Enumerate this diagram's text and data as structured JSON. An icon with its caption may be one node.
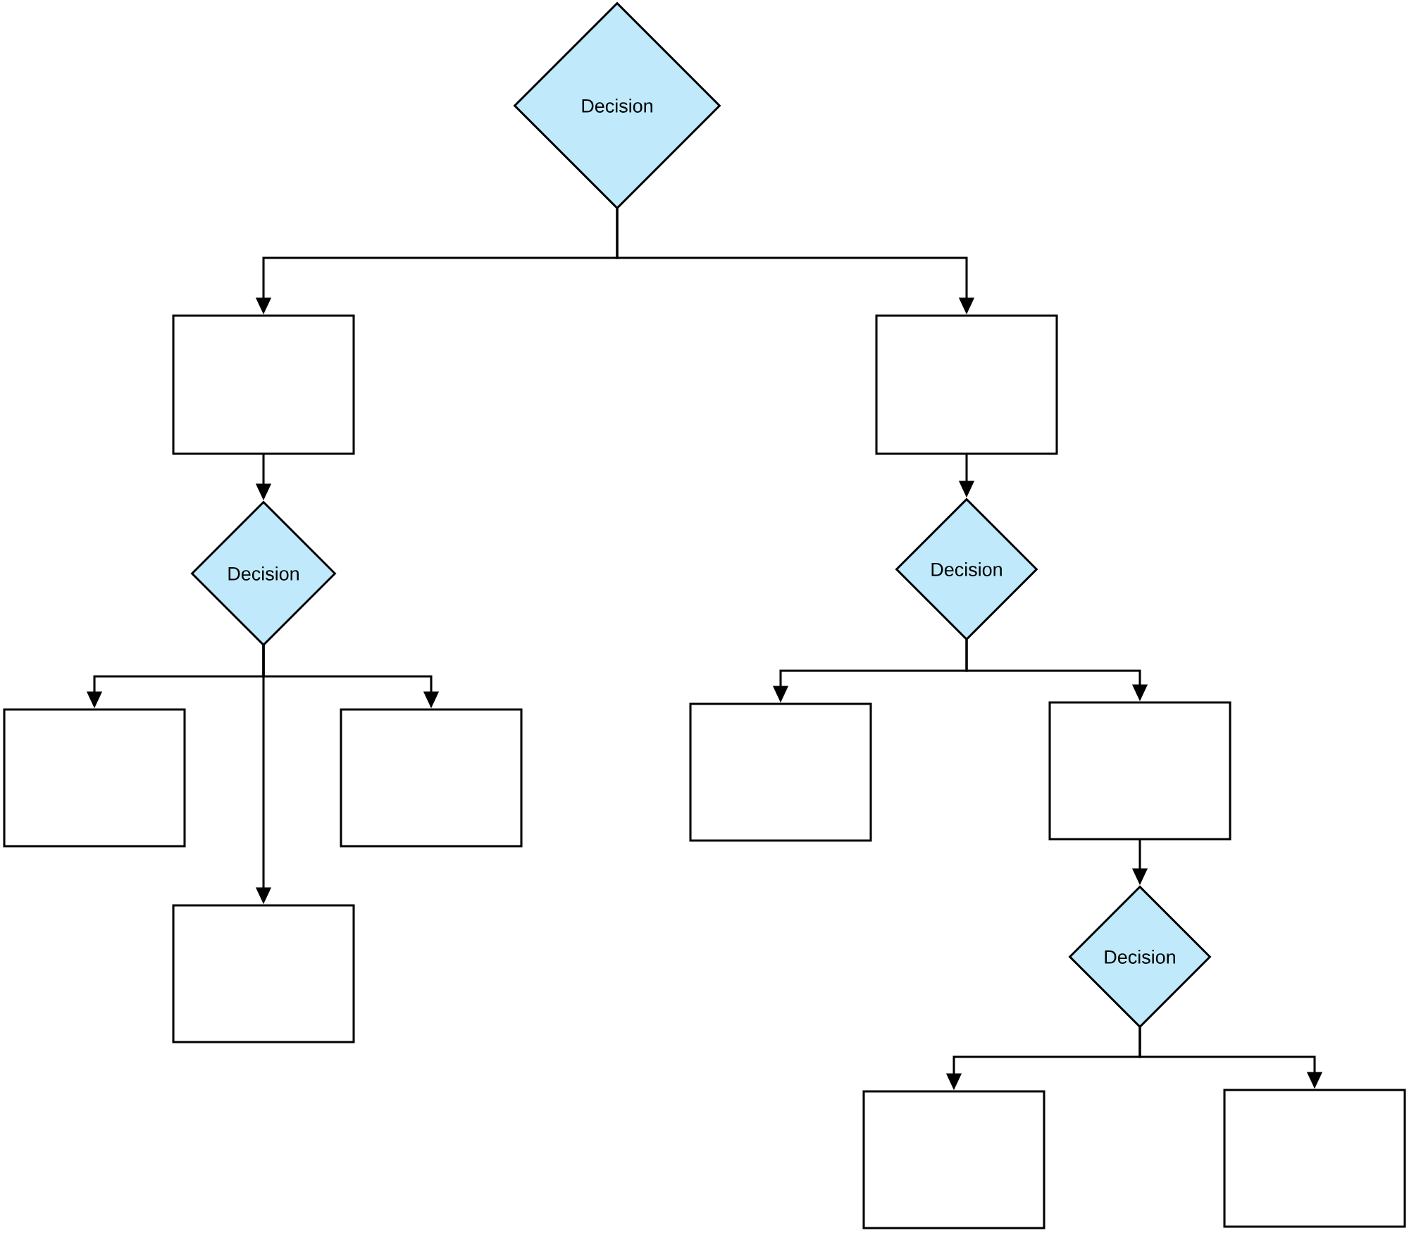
{
  "diagram": {
    "nodes": [
      {
        "text": [
          "Decision"
        ]
      },
      {
        "text": [],
        "shape": "box"
      },
      {
        "text": [],
        "shape": "box"
      },
      {
        "text": [
          "Decision"
        ]
      },
      {
        "text": [
          "Decision"
        ]
      },
      {
        "text": [],
        "shape": "box"
      },
      {
        "text": [],
        "shape": "box"
      },
      {
        "text": [],
        "shape": "box"
      },
      {
        "text": [],
        "shape": "box"
      },
      {
        "text": [],
        "shape": "box"
      },
      {
        "text": [
          "Decision"
        ]
      },
      {
        "text": [],
        "shape": "box"
      },
      {
        "text": [],
        "shape": "box"
      }
    ],
    "edges": [
      {
        "from": 0,
        "to": 1,
        "arrow": "to"
      },
      {
        "from": 0,
        "to": 2,
        "arrow": "to"
      },
      {
        "from": 1,
        "to": 3,
        "arrow": "to"
      },
      {
        "from": 2,
        "to": 4,
        "arrow": "to"
      },
      {
        "from": 3,
        "to": 5,
        "arrow": "to"
      },
      {
        "from": 3,
        "to": 6,
        "arrow": "to"
      },
      {
        "from": 3,
        "to": 9,
        "arrow": "to"
      },
      {
        "from": 4,
        "to": 7,
        "arrow": "to"
      },
      {
        "from": 4,
        "to": 8,
        "arrow": "to"
      },
      {
        "from": 8,
        "to": 10,
        "arrow": "to"
      },
      {
        "from": 10,
        "to": 11,
        "arrow": "to"
      },
      {
        "from": 10,
        "to": 12,
        "arrow": "to"
      }
    ]
  }
}
